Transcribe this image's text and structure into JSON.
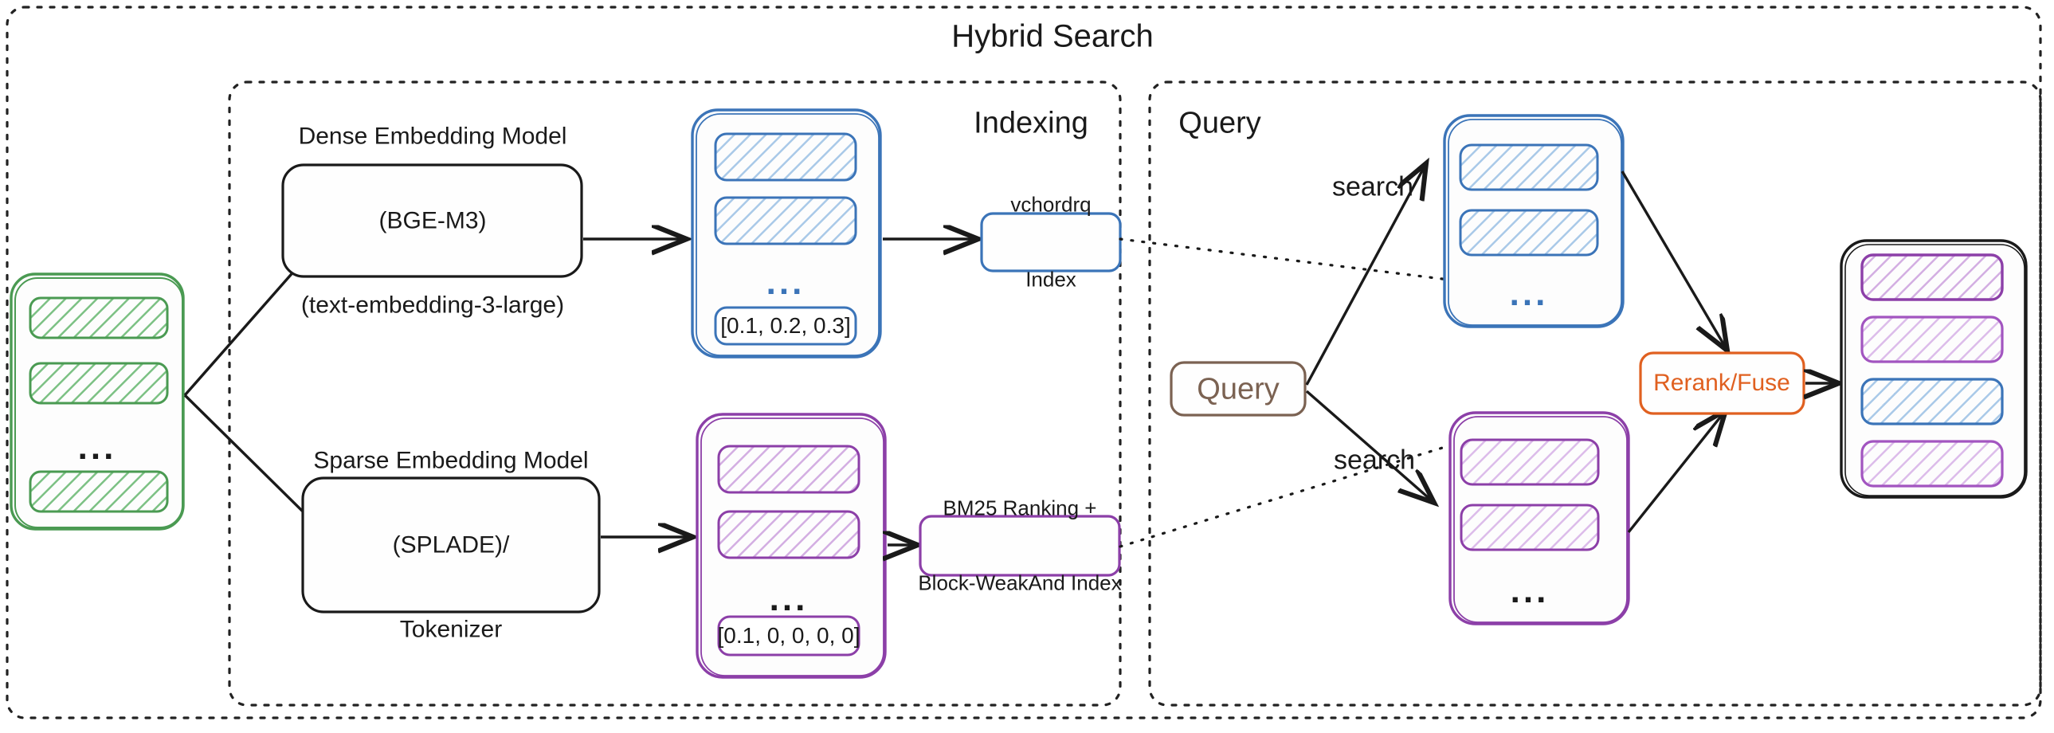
{
  "diagram": {
    "title": "Hybrid Search",
    "panels": {
      "indexing": "Indexing",
      "query": "Query"
    },
    "colors": {
      "green": "#4a9a52",
      "blue": "#3b74b8",
      "purple": "#8c3fa8",
      "black": "#1a1a1a",
      "orange": "#e06020",
      "brown": "#7b6252",
      "dotted": "#222222"
    },
    "source_docs": {
      "name": "source-documents-stack",
      "color": "#4a9a52",
      "items": [
        "",
        ""
      ],
      "ellipsis": "...",
      "last_item": ""
    },
    "dense_model": {
      "lines": [
        "Dense Embedding Model",
        "(BGE-M3)",
        "(text-embedding-3-large)"
      ]
    },
    "sparse_model": {
      "lines": [
        "Sparse Embedding Model",
        "(SPLADE)/",
        "Tokenizer"
      ]
    },
    "dense_vectors": {
      "ellipsis": "...",
      "value": "[0.1, 0.2, 0.3]"
    },
    "sparse_vectors": {
      "ellipsis": "...",
      "value": "[0.1, 0, 0, 0, 0]"
    },
    "dense_index": {
      "lines": [
        "vchordrq",
        "Index"
      ]
    },
    "sparse_index": {
      "lines": [
        "BM25 Ranking +",
        "Block-WeakAnd Index"
      ]
    },
    "query_box": {
      "label": "Query"
    },
    "search_labels": {
      "dense": "search",
      "sparse": "search"
    },
    "query_dense_results": {
      "ellipsis": "..."
    },
    "query_sparse_results": {
      "ellipsis": "..."
    },
    "rerank": {
      "label": "Rerank/Fuse"
    },
    "final_results": {
      "item_colors": [
        "#8c3fa8",
        "#a255c0",
        "#3b74b8",
        "#a255c0"
      ]
    }
  }
}
